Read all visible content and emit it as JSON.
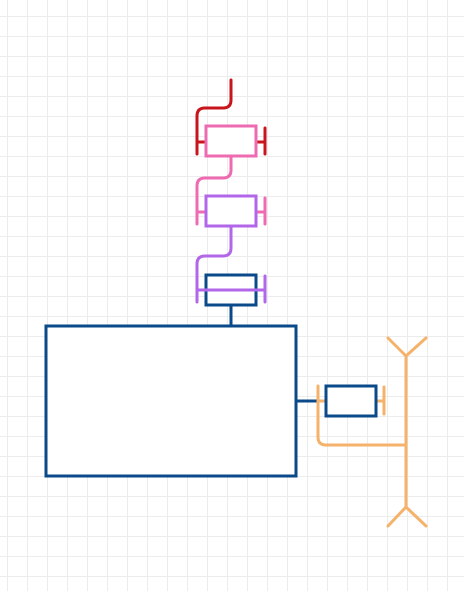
{
  "diagram": {
    "grid_color": "#ececec",
    "colors": {
      "navy": "#0b4a8a",
      "red": "#c8141c",
      "pink": "#ee6bb2",
      "purple": "#b266e8",
      "orange": "#f5b26b"
    },
    "elements": [
      {
        "id": "main-block",
        "kind": "box",
        "color": "navy"
      },
      {
        "id": "bottom-component",
        "kind": "box",
        "color": "navy"
      },
      {
        "id": "middle-component",
        "kind": "box",
        "color": "purple"
      },
      {
        "id": "top-component",
        "kind": "box",
        "color": "pink"
      },
      {
        "id": "side-component",
        "kind": "box",
        "color": "navy"
      },
      {
        "id": "red-lead",
        "kind": "wire",
        "color": "red"
      },
      {
        "id": "pink-lead",
        "kind": "wire",
        "color": "pink"
      },
      {
        "id": "purple-lead",
        "kind": "wire",
        "color": "purple"
      },
      {
        "id": "orange-antenna",
        "kind": "wire",
        "color": "orange"
      }
    ]
  }
}
